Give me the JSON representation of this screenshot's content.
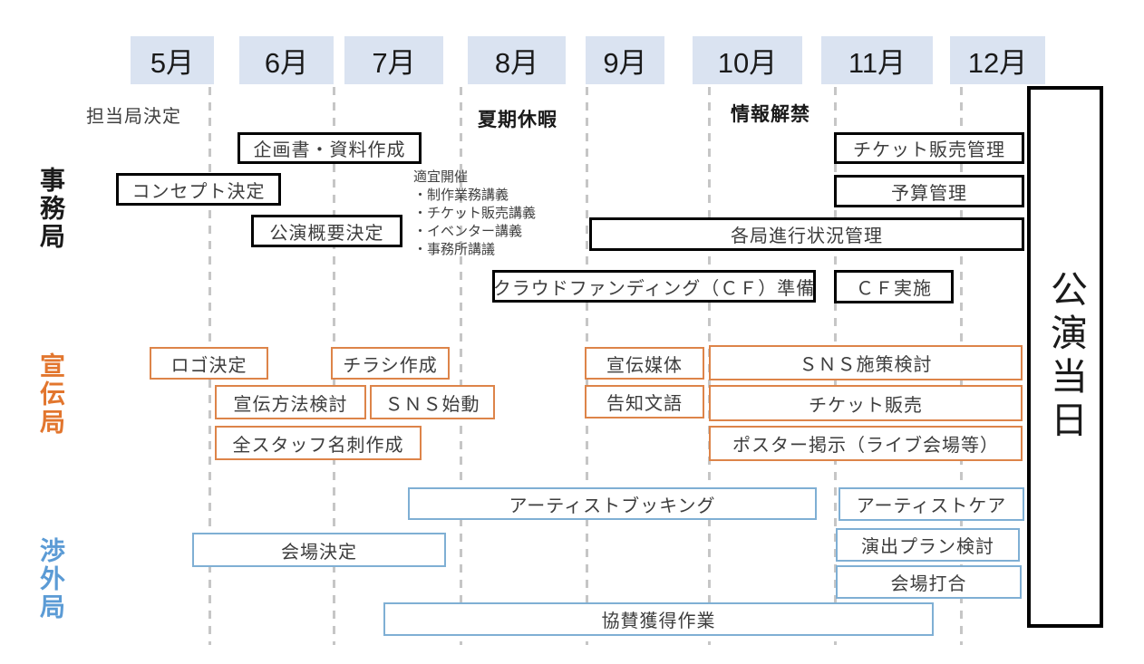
{
  "timeline": {
    "months": [
      "5月",
      "6月",
      "7月",
      "8月",
      "9月",
      "10月",
      "11月",
      "12月"
    ]
  },
  "sections": {
    "jimu": {
      "label": "事務局",
      "color": "#1a1a1a"
    },
    "senden": {
      "label": "宣伝局",
      "color": "#e2762e"
    },
    "shogai": {
      "label": "渉外局",
      "color": "#5b9bd5"
    }
  },
  "annotations": {
    "tantokyoku": "担当局決定",
    "kakikyuka": "夏期休暇",
    "joho_kaikin": "情報解禁",
    "lectures": {
      "title": "適宜開催",
      "items": [
        "・制作業務講義",
        "・チケット販売講義",
        "・イベンター講義",
        "・事務所講議"
      ]
    }
  },
  "tasks": {
    "kikaku_shiryo": {
      "label": "企画書・資料作成",
      "start": "6月",
      "end": "7月"
    },
    "concept": {
      "label": "コンセプト決定",
      "start": "5月",
      "end": "6月"
    },
    "koen_gaiyo": {
      "label": "公演概要決定",
      "start": "6月",
      "end": "7月"
    },
    "ticket_kanri": {
      "label": "チケット販売管理",
      "start": "11月",
      "end": "12月"
    },
    "yosan_kanri": {
      "label": "予算管理",
      "start": "11月",
      "end": "12月"
    },
    "kakukyoku_kanri": {
      "label": "各局進行状況管理",
      "start": "9月",
      "end": "12月"
    },
    "cf_junbi": {
      "label": "クラウドファンディング（ＣＦ）準備",
      "start": "8月",
      "end": "10月"
    },
    "cf_jisshi": {
      "label": "ＣＦ実施",
      "start": "11月",
      "end": "11月"
    },
    "logo": {
      "label": "ロゴ決定",
      "start": "5月",
      "end": "6月"
    },
    "chirashi": {
      "label": "チラシ作成",
      "start": "7月",
      "end": "7月"
    },
    "senden_baitai": {
      "label": "宣伝媒体",
      "start": "9月",
      "end": "9月"
    },
    "sns_shisaku": {
      "label": "ＳＮＳ施策検討",
      "start": "10月",
      "end": "12月"
    },
    "senden_hoho": {
      "label": "宣伝方法検討",
      "start": "6月",
      "end": "7月"
    },
    "sns_shido": {
      "label": "ＳＮＳ始動",
      "start": "7月",
      "end": "8月"
    },
    "kokuchi": {
      "label": "告知文語",
      "start": "9月",
      "end": "9月"
    },
    "ticket_hanbai": {
      "label": "チケット販売",
      "start": "10月",
      "end": "12月"
    },
    "meishi": {
      "label": "全スタッフ名刺作成",
      "start": "6月",
      "end": "7月"
    },
    "poster": {
      "label": "ポスター掲示（ライブ会場等）",
      "start": "10月",
      "end": "12月"
    },
    "booking": {
      "label": "アーティストブッキング",
      "start": "7月",
      "end": "10月"
    },
    "care": {
      "label": "アーティストケア",
      "start": "11月",
      "end": "12月"
    },
    "kaijo_kettei": {
      "label": "会場決定",
      "start": "6月",
      "end": "7月"
    },
    "enshutsu": {
      "label": "演出プラン検討",
      "start": "11月",
      "end": "12月"
    },
    "kaijo_uchiawase": {
      "label": "会場打合",
      "start": "11月",
      "end": "12月"
    },
    "kyosan": {
      "label": "協賛獲得作業",
      "start": "7月",
      "end": "11月"
    }
  },
  "finale": {
    "label": "公演当日"
  },
  "colors": {
    "month_bg": "#dae3f1",
    "black_box_border": "#000000",
    "orange_box_border": "#dd8449",
    "blue_box_border": "#7fafd4",
    "gridline": "#c6c6c6"
  }
}
